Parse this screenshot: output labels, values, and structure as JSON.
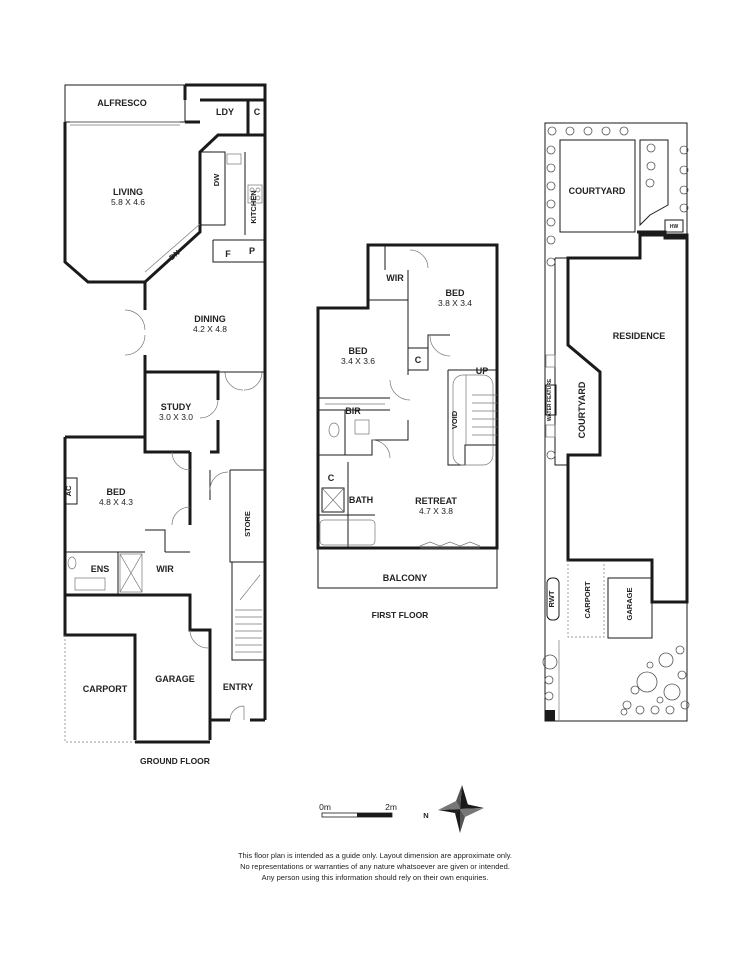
{
  "ground_floor": {
    "title": "GROUND FLOOR",
    "rooms": {
      "alfresco": "ALFRESCO",
      "ldy": "LDY",
      "c": "C",
      "living": "LIVING",
      "living_dim": "5.8 X 4.6",
      "kitchen": "KITCHEN",
      "dw": "DW",
      "f": "F",
      "p": "P",
      "dn": "DN",
      "dining": "DINING",
      "dining_dim": "4.2 X 4.8",
      "study": "STUDY",
      "study_dim": "3.0 X 3.0",
      "ac": "AC",
      "bed": "BED",
      "bed_dim": "4.8 X 4.3",
      "ens": "ENS",
      "wir": "WIR",
      "store": "STORE",
      "carport": "CARPORT",
      "garage": "GARAGE",
      "entry": "ENTRY"
    }
  },
  "first_floor": {
    "title": "FIRST FLOOR",
    "rooms": {
      "wir": "WIR",
      "bed_a": "BED",
      "bed_a_dim": "3.8 X 3.4",
      "bed_b": "BED",
      "bed_b_dim": "3.4 X 3.6",
      "c1": "C",
      "up": "UP",
      "bir": "BIR",
      "void": "VOID",
      "c2": "C",
      "bath": "BATH",
      "retreat": "RETREAT",
      "retreat_dim": "4.7 X 3.8",
      "balcony": "BALCONY"
    }
  },
  "site_plan": {
    "courtyard_top": "COURTYARD",
    "hw": "HW",
    "residence": "RESIDENCE",
    "courtyard_side": "COURTYARD",
    "water_feature": "WATER FEATURE",
    "rwt": "RWT",
    "carport": "CARPORT",
    "garage": "GARAGE"
  },
  "scale": {
    "start": "0m",
    "end": "2m"
  },
  "compass": {
    "north": "N"
  },
  "disclaimer": [
    "This floor plan is intended as a guide only. Layout dimension are approximate only.",
    "No representations or warranties of any nature whatsoever are given or intended.",
    "Any person using this information should rely on their own enquiries."
  ],
  "colors": {
    "wall": "#1a1a1a",
    "fixture": "#777777",
    "background": "#ffffff"
  }
}
